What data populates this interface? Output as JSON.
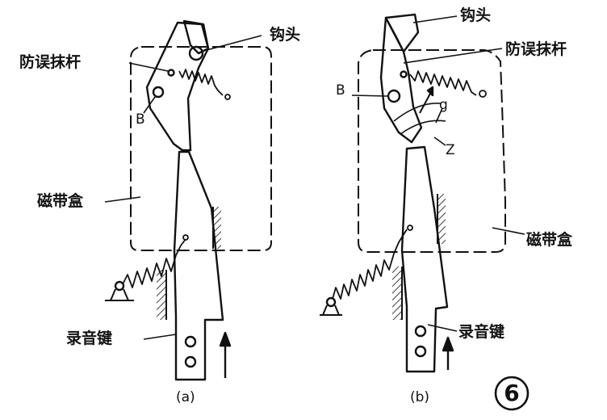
{
  "labels": {
    "a_hook": "钩头",
    "a_rod": "防误抹杆",
    "a_b": "B",
    "a_cassette": "磁带盒",
    "a_key": "录音键",
    "a_caption": "(a)",
    "b_hook": "钩头",
    "b_rod": "防误抹杆",
    "b_b": "B",
    "b_g": "g",
    "b_z": "Z",
    "b_cassette": "磁带盒",
    "b_key": "录音键",
    "b_caption": "(b)",
    "figure_number": "⑥"
  }
}
